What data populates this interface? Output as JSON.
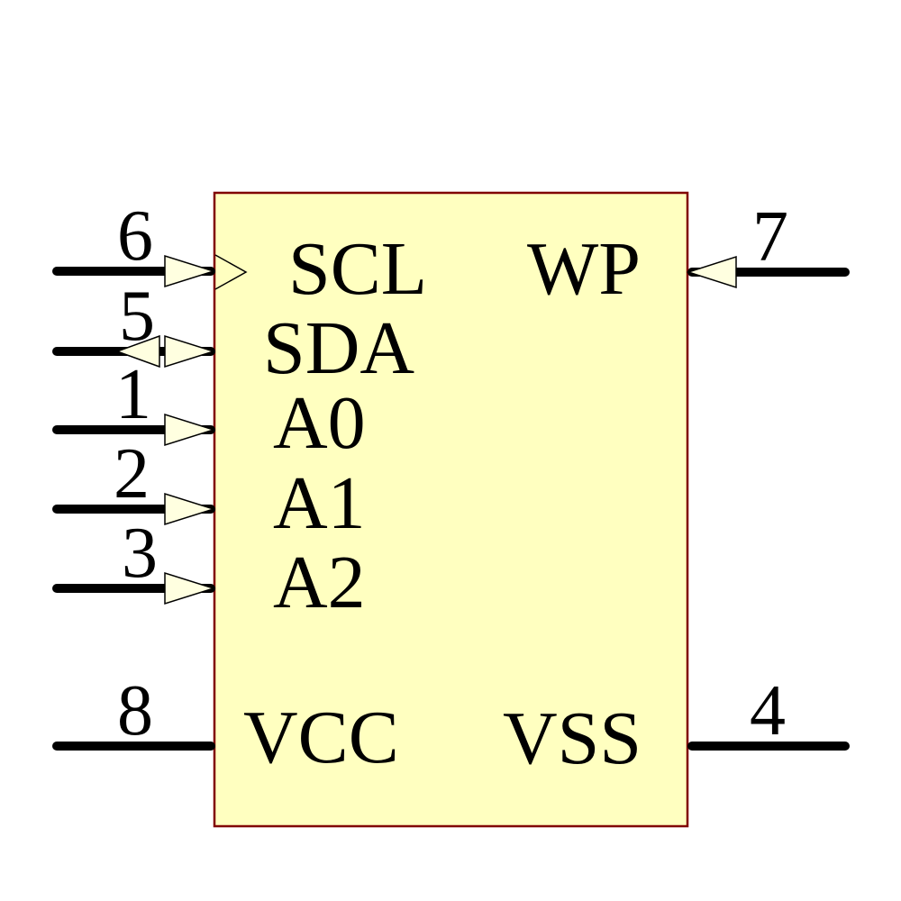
{
  "component": {
    "kind": "schematic-symbol",
    "body_fill": "#FFFFC0",
    "body_border": "#800000",
    "arrow_fill": "#FFFFE0",
    "line_color": "#000000"
  },
  "pins": {
    "left": [
      {
        "number": "6",
        "name": "SCL",
        "icon": "clock-input-arrow-icon",
        "direction": "input"
      },
      {
        "number": "5",
        "name": "SDA",
        "icon": "bidirectional-arrow-icon",
        "direction": "bidirectional"
      },
      {
        "number": "1",
        "name": "A0",
        "icon": "input-arrow-icon",
        "direction": "input"
      },
      {
        "number": "2",
        "name": "A1",
        "icon": "input-arrow-icon",
        "direction": "input"
      },
      {
        "number": "3",
        "name": "A2",
        "icon": "input-arrow-icon",
        "direction": "input"
      },
      {
        "number": "8",
        "name": "VCC",
        "icon": "none",
        "direction": "power"
      }
    ],
    "right": [
      {
        "number": "7",
        "name": "WP",
        "icon": "input-arrow-icon",
        "direction": "input"
      },
      {
        "number": "4",
        "name": "VSS",
        "icon": "none",
        "direction": "power"
      }
    ]
  }
}
